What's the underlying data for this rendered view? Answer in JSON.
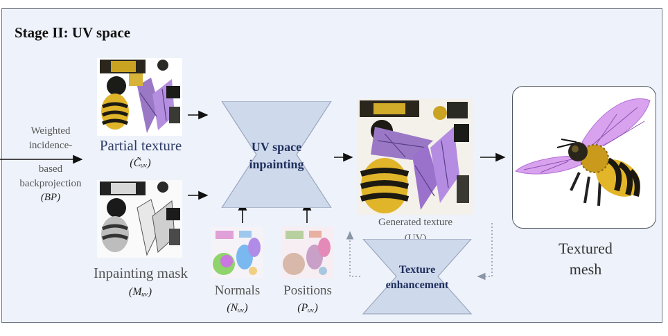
{
  "stage_title": "Stage II: UV space",
  "backprojection": {
    "line1": "Weighted",
    "line2": "incidence-",
    "line3": "based",
    "line4": "backprojection",
    "symbol": "(BP)"
  },
  "partial_texture": {
    "label": "Partial texture",
    "symbol": "(C̃ᵤᵥ)"
  },
  "inpainting_mask": {
    "label": "Inpainting mask",
    "symbol": "(Mᵤᵥ)"
  },
  "uv_inpainting": {
    "line1": "UV space",
    "line2": "inpainting"
  },
  "normals": {
    "label": "Normals",
    "symbol": "(Nᵤᵥ)"
  },
  "positions": {
    "label": "Positions",
    "symbol": "(Pᵤᵥ)"
  },
  "generated_texture": {
    "label": "Generated texture",
    "sublabel": "(UV)"
  },
  "texture_enhancement": {
    "line1": "Texture",
    "line2": "enhancement"
  },
  "textured_mesh": {
    "line1": "Textured",
    "line2": "mesh"
  },
  "colors": {
    "background": "#eef2fa",
    "network_fill": "#cfd9ec",
    "network_text": "#1f2f5c",
    "arrow": "#111111",
    "dotted_arrow": "#8a96a8"
  }
}
